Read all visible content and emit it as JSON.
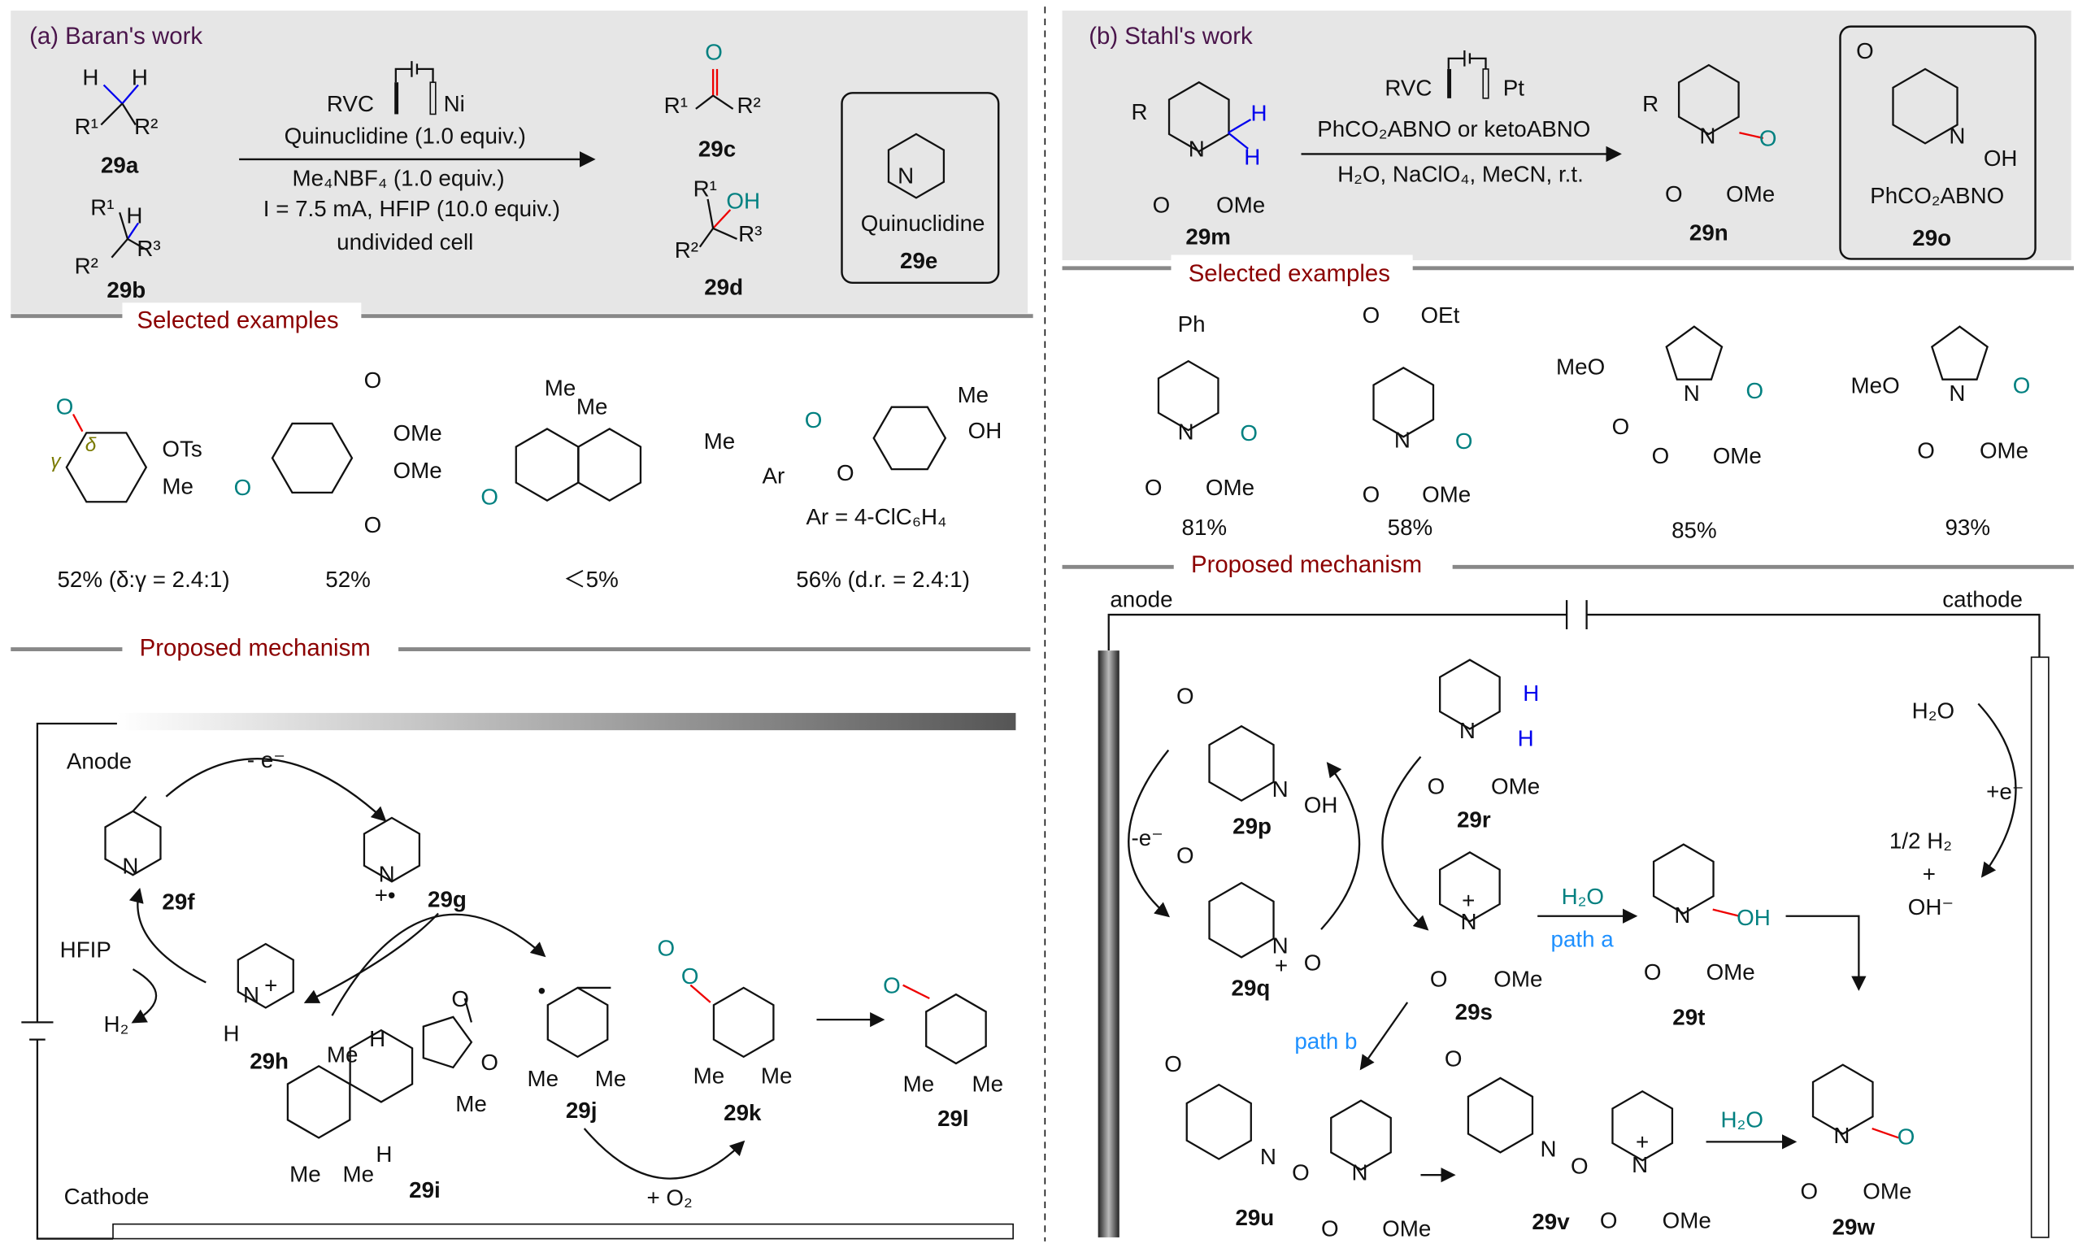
{
  "a": {
    "title": "(a) Baran's work",
    "electrode_left": "RVC",
    "electrode_right": "Ni",
    "cond_line1": "Quinuclidine (1.0 equiv.)",
    "cond_line2": "Me₄NBF₄ (1.0 equiv.)",
    "cond_line3": "I = 7.5 mA, HFIP (10.0 equiv.)",
    "cond_line4": "undivided cell",
    "box_name": "Quinuclidine",
    "ids": {
      "a": "29a",
      "b": "29b",
      "c": "29c",
      "d": "29d",
      "e": "29e",
      "f": "29f",
      "g": "29g",
      "h": "29h",
      "i": "29i",
      "j": "29j",
      "k": "29k",
      "l": "29l"
    },
    "section_examples": "Selected examples",
    "examples": [
      "52% (δ:γ = 2.4:1)",
      "52%",
      "＜5%",
      "56% (d.r. = 2.4:1)"
    ],
    "ar_note": "Ar = 4-ClC₆H₄",
    "section_mechanism": "Proposed mechanism",
    "mech": {
      "anode": "Anode",
      "cathode": "Cathode",
      "minus_e": "- e⁻",
      "hfip": "HFIP",
      "h2": "H₂",
      "plus_o2": "+ O₂"
    },
    "atoms": {
      "a29a": [
        "H",
        "H",
        "R¹",
        "R²"
      ],
      "a29b": [
        "R¹",
        "H",
        "R³",
        "R²"
      ],
      "a29c": [
        "O",
        "R¹",
        "R²"
      ],
      "a29d": [
        "R¹",
        "OH",
        "R³",
        "R²"
      ],
      "a29e": [
        "N"
      ],
      "ex1": [
        "O",
        "δ",
        "γ",
        "OTs",
        "Me"
      ],
      "ex2": [
        "O",
        "OMe",
        "OMe",
        "O",
        "O"
      ],
      "ex3": [
        "Me",
        "Me",
        "Me",
        "O"
      ],
      "ex4": [
        "O",
        "Ar",
        "O",
        "Me",
        "OH"
      ],
      "m29f": [
        "N"
      ],
      "m29g": [
        "N",
        "+•"
      ],
      "m29h": [
        "N",
        "+",
        "H"
      ],
      "m29i": [
        "Me",
        "H",
        "O",
        "O",
        "Me",
        "H",
        "Me",
        "Me"
      ],
      "m29j": [
        "•",
        "Me",
        "Me"
      ],
      "m29k": [
        "O",
        "O",
        "Me",
        "Me"
      ],
      "m29l": [
        "O",
        "Me",
        "Me"
      ]
    }
  },
  "b": {
    "title": "(b) Stahl's work",
    "electrode_left": "RVC",
    "electrode_right": "Pt",
    "cond_line1": "PhCO₂ABNO or ketoABNO",
    "cond_line2": "H₂O, NaClO₄, MeCN, r.t.",
    "box_name": "PhCO₂ABNO",
    "ids": {
      "m": "29m",
      "n": "29n",
      "o": "29o",
      "p": "29p",
      "q": "29q",
      "r": "29r",
      "s": "29s",
      "t": "29t",
      "u": "29u",
      "v": "29v",
      "w": "29w"
    },
    "section_examples": "Selected examples",
    "examples": [
      "81%",
      "58%",
      "85%",
      "93%"
    ],
    "section_mechanism": "Proposed mechanism",
    "mech": {
      "anode": "anode",
      "cathode": "cathode",
      "minus_e": "-e⁻",
      "h2o_a": "H₂O",
      "path_a": "path a",
      "path_b": "path b",
      "h2o_w": "H₂O",
      "h2o_c": "H₂O",
      "plus_e": "+e⁻",
      "half_h2": "1/2 H₂",
      "plus": "+",
      "oh": "OH⁻"
    },
    "atoms": {
      "b29m": [
        "R",
        "N",
        "H",
        "H",
        "O",
        "OMe"
      ],
      "b29n": [
        "R",
        "N",
        "O",
        "O",
        "OMe"
      ],
      "b29o": [
        "O",
        "N",
        "OH"
      ],
      "e81": [
        "Ph",
        "N",
        "O",
        "O",
        "OMe"
      ],
      "e58": [
        "O",
        "OEt",
        "N",
        "O",
        "O",
        "OMe"
      ],
      "e85": [
        "MeO",
        "O",
        "N",
        "O",
        "O",
        "OMe"
      ],
      "e93": [
        "MeO",
        "N",
        "O",
        "O",
        "OMe"
      ],
      "m29p": [
        "O",
        "N",
        "OH"
      ],
      "m29q": [
        "O",
        "N",
        "+",
        "O"
      ],
      "m29r": [
        "N",
        "H",
        "H",
        "O",
        "OMe"
      ],
      "m29s": [
        "N",
        "+",
        "O",
        "OMe"
      ],
      "m29t": [
        "N",
        "OH",
        "O",
        "OMe"
      ],
      "m29u": [
        "O",
        "N",
        "O",
        "N",
        "O",
        "OMe"
      ],
      "m29v": [
        "O",
        "N",
        "O",
        "N",
        "+",
        "O",
        "OMe"
      ],
      "m29w": [
        "N",
        "O",
        "O",
        "OMe"
      ]
    }
  }
}
